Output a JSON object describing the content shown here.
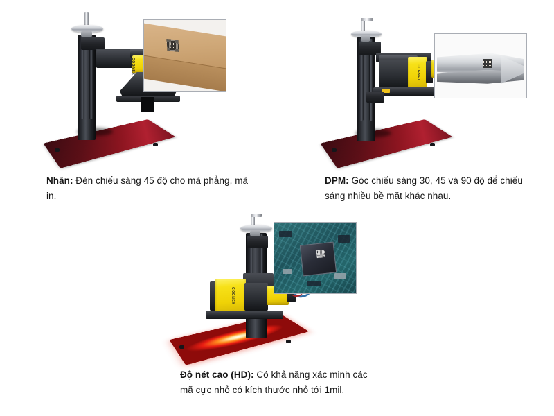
{
  "document": {
    "background_color": "#ffffff",
    "text_color": "#161616"
  },
  "panels": [
    {
      "id": "label",
      "lead": "Nhãn:",
      "body": " Đèn chiếu sáng 45 độ cho mã phẳng, mã in.",
      "full_text": "Nhãn: Đèn chiếu sáng 45 độ cho mã phẳng, mã in.",
      "figure": {
        "name": "cognex-reader-stand-label",
        "brand": "COGNEX",
        "brand_color": "#f7e118",
        "base_plate_color": "#8d1520",
        "illumination": "dim-red-45-degree",
        "inset": {
          "name": "cardboard-box-printed-code",
          "subject": "Hộp carton có mã in",
          "code_type": "data-matrix",
          "surface_color": "#cfa878"
        }
      }
    },
    {
      "id": "dpm",
      "lead": "DPM:",
      "body": " Góc chiếu sáng 30, 45 và 90 độ để chiếu sáng nhiều bề mặt khác nhau.",
      "full_text": "DPM: Góc chiếu sáng 30, 45 và 90 độ để chiếu sáng nhiều bề mặt khác nhau.",
      "figure": {
        "name": "cognex-reader-stand-dpm",
        "brand": "COGNEX",
        "brand_color": "#f7e118",
        "base_plate_color": "#8d1520",
        "illumination": "multi-angle-30-45-90",
        "inset": {
          "name": "surgical-instrument-dpm-code",
          "subject": "Dụng cụ kim loại khắc mã DPM",
          "code_type": "data-matrix",
          "surface_color": "#c9ccd1"
        }
      }
    },
    {
      "id": "hd",
      "lead": "Độ nét cao (HD):",
      "body": " Có khả năng xác minh các mã cực nhỏ có kích thước nhỏ tới 1mil.",
      "full_text": "Độ nét cao (HD): Có khả năng xác minh các mã cực nhỏ có kích thước nhỏ tới 1mil.",
      "figure": {
        "name": "cognex-reader-stand-hd",
        "brand": "COGNEX",
        "brand_color": "#f7e118",
        "base_plate_color": "#b01a22",
        "illumination": "bright-red-glow",
        "inset": {
          "name": "pcb-chip-micro-code",
          "subject": "Bo mạch điện tử với chip khắc mã siêu nhỏ",
          "code_type": "data-matrix",
          "surface_color": "#24666b"
        }
      }
    }
  ]
}
